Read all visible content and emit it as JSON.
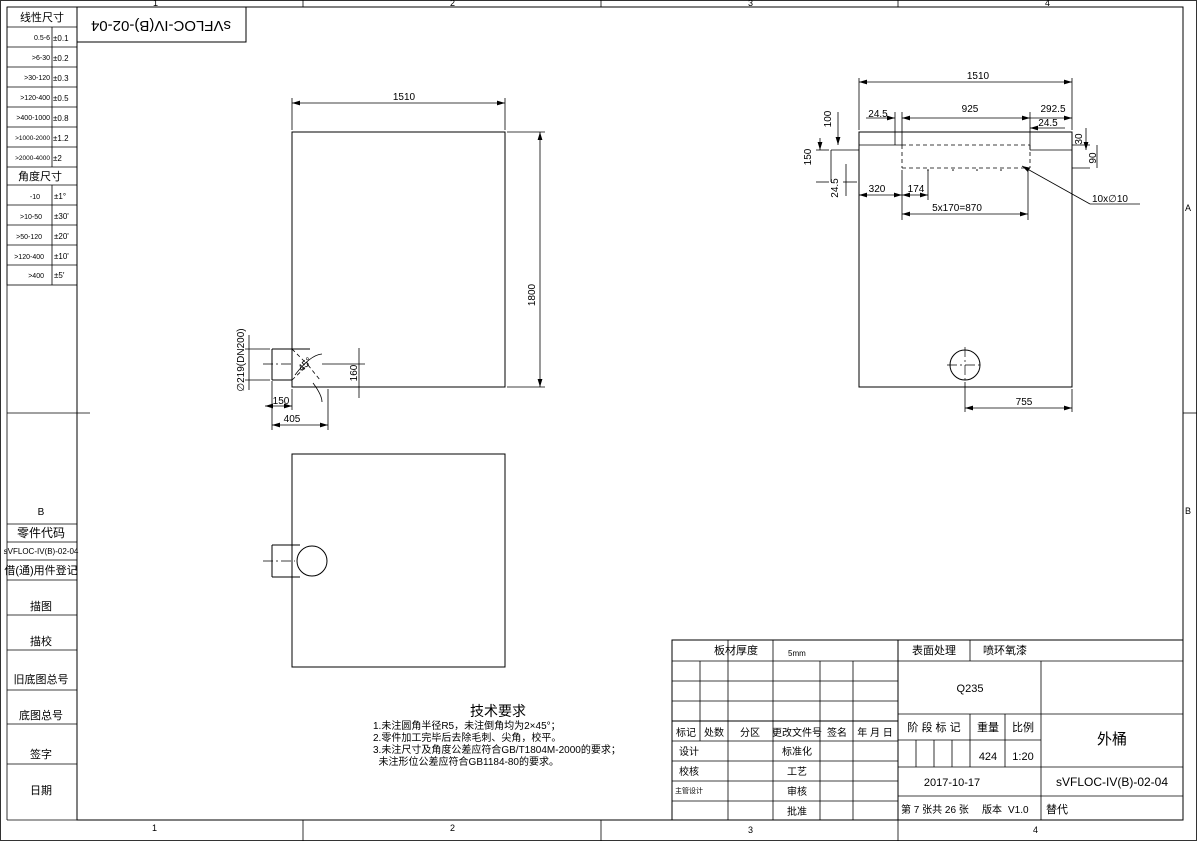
{
  "zones": {
    "top": [
      "1",
      "2",
      "3",
      "4"
    ],
    "bottom": [
      "1",
      "2",
      "3",
      "4"
    ],
    "right": [
      "A",
      "B"
    ],
    "left_b": "B"
  },
  "tolerance_table": {
    "linear_title": "线性尺寸",
    "linear_rows": [
      {
        "range": "0.5-6",
        "tol": "±0.1"
      },
      {
        "range": ">6-30",
        "tol": "±0.2"
      },
      {
        "range": ">30-120",
        "tol": "±0.3"
      },
      {
        "range": ">120-400",
        "tol": "±0.5"
      },
      {
        "range": ">400-1000",
        "tol": "±0.8"
      },
      {
        "range": ">1000-2000",
        "tol": "±1.2"
      },
      {
        "range": ">2000-4000",
        "tol": "±2"
      }
    ],
    "angle_title": "角度尺寸",
    "angle_rows": [
      {
        "range": "-10",
        "tol": "±1°"
      },
      {
        "range": ">10-50",
        "tol": "±30'"
      },
      {
        "range": ">50-120",
        "tol": "±20'"
      },
      {
        "range": ">120-400",
        "tol": "±10'"
      },
      {
        "range": ">400",
        "tol": "±5′"
      }
    ]
  },
  "code_box": "sVFLOC-IV(B)-02-04",
  "left_strip": {
    "part_code_label": "零件代码",
    "part_code": "sVFLOC-IV(B)-02-04",
    "register": "借(通)用件登记",
    "items": [
      "描图",
      "描校",
      "旧底图总号",
      "底图总号",
      "签字",
      "日期"
    ]
  },
  "dims": {
    "front_width": "1510",
    "front_height": "1800",
    "pipe_dia": "∅219(DN200)",
    "angle": "45°",
    "pipe_h": "160",
    "d150": "150",
    "d405": "405",
    "right_width": "1510",
    "r24_5a": "24.5",
    "r925": "925",
    "r292_5": "292.5",
    "r24_5b": "24.5",
    "r100": "100",
    "r150": "150",
    "r24_5c": "24.5",
    "r30": "30",
    "r90": "90",
    "r320": "320",
    "r174": "174",
    "r870": "5x170=870",
    "holes": "10x∅10",
    "r755": "755"
  },
  "tech": {
    "title": "技术要求",
    "lines": [
      "1.未注圆角半径R5，未注倒角均为2×45°；",
      "2.零件加工完毕后去除毛刺、尖角，校平。",
      "3.未注尺寸及角度公差应符合GB/T1804M-2000的要求；",
      "  未注形位公差应符合GB1184-80的要求。"
    ]
  },
  "title_block": {
    "plate_label": "板材厚度",
    "plate_value": "5mm",
    "surface_label": "表面处理",
    "surface_value": "喷环氧漆",
    "material": "Q235",
    "headers": [
      "标记",
      "处数",
      "分区",
      "更改文件号",
      "签名",
      "年 月 日"
    ],
    "stage_label": "阶 段 标 记",
    "weight_label": "重量",
    "scale_label": "比例",
    "weight": "424",
    "scale": "1:20",
    "name": "外桶",
    "design": "设计",
    "standard": "标准化",
    "check": "校核",
    "process": "工艺",
    "chief": "主管设计",
    "review": "审核",
    "approve": "批准",
    "date": "2017-10-17",
    "drawing_no": "sVFLOC-IV(B)-02-04",
    "sheet": "第 7 张共 26 张",
    "version_label": "版本",
    "version": "V1.0",
    "replace": "替代"
  }
}
